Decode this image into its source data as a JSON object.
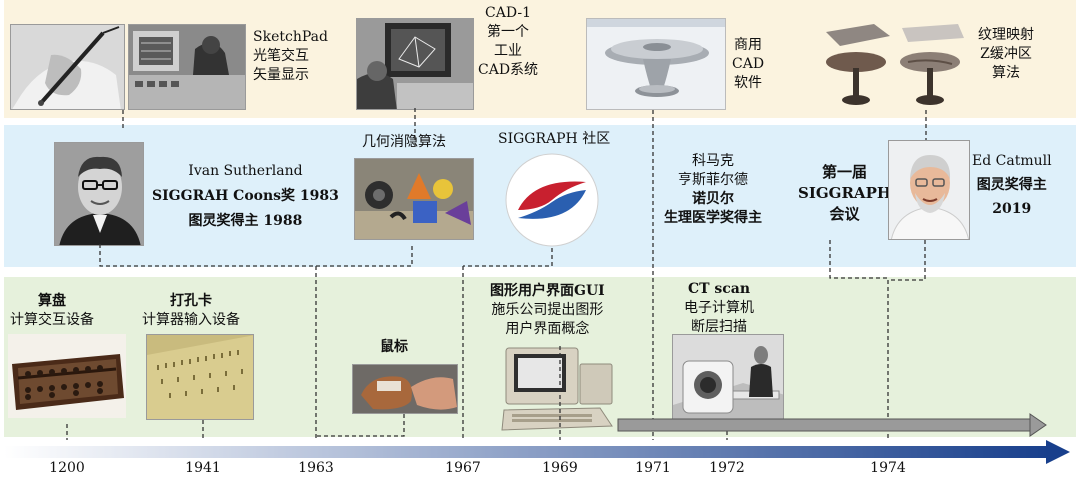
{
  "colors": {
    "top_band": "#fbf3df",
    "mid_band": "#def0fa",
    "bottom_band": "#e6f1dc",
    "axis": "#183f8c",
    "dash": "#333333",
    "progress_arrow": "#9a9a9a"
  },
  "timeline": {
    "years": [
      "1200",
      "1941",
      "1963",
      "1967",
      "1969",
      "1971",
      "1972",
      "1974"
    ]
  },
  "events": {
    "sketchpad": {
      "lines": [
        "SketchPad",
        "光笔交互",
        "矢量显示"
      ]
    },
    "cad1": {
      "lines": [
        "CAD-1",
        "第一个",
        "工业",
        "CAD系统"
      ]
    },
    "commercial_cad": {
      "lines": [
        "商用",
        "CAD",
        "软件"
      ]
    },
    "texture_mapping": {
      "lines": [
        "纹理映射",
        "Z缓冲区",
        "算法"
      ]
    },
    "sutherland": {
      "name": "Ivan Sutherland",
      "award1": "SIGGRAH Coons奖 1983",
      "award2": "图灵奖得主 1988"
    },
    "hidden_surface": {
      "title": "几何消隐算法"
    },
    "siggraph_community": {
      "title": "SIGGRAPH 社区"
    },
    "cormack": {
      "lines": [
        "科马克",
        "亨斯菲尔德"
      ],
      "bold_lines": [
        "诺贝尔",
        "生理医学奖得主"
      ]
    },
    "first_siggraph": {
      "lines": [
        "第一届",
        "SIGGRAPH",
        "会议"
      ]
    },
    "catmull": {
      "name": "Ed Catmull",
      "award": "图灵奖得主",
      "year": "2019"
    },
    "abacus": {
      "title": "算盘",
      "desc": "计算交互设备"
    },
    "punch_card": {
      "title": "打孔卡",
      "desc": "计算器输入设备"
    },
    "mouse": {
      "title": "鼠标"
    },
    "gui": {
      "title": "图形用户界面GUI",
      "lines": [
        "施乐公司提出图形",
        "用户界面概念"
      ]
    },
    "ct_scan": {
      "title": "CT scan",
      "lines": [
        "电子计算机",
        "断层扫描"
      ]
    }
  }
}
